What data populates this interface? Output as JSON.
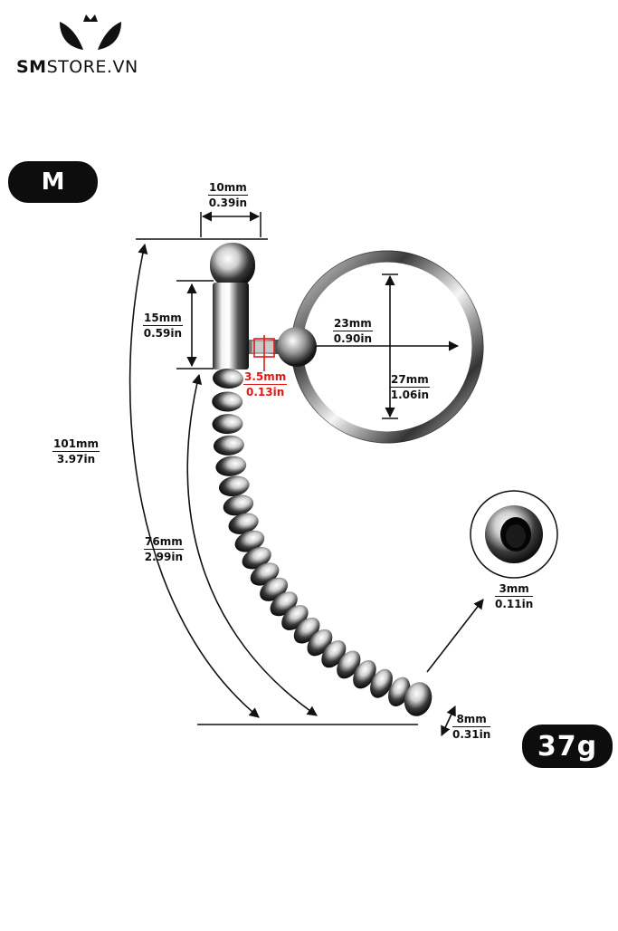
{
  "brand": {
    "name_bold": "SM",
    "name_rest": "STORE.VN",
    "logo_icon": "cat-ears-crown-icon"
  },
  "size_label": "M",
  "weight_label": "37g",
  "dimensions": {
    "head_width": {
      "mm": "10mm",
      "in": "0.39in"
    },
    "head_length": {
      "mm": "15mm",
      "in": "0.59in"
    },
    "connector": {
      "mm": "3.5mm",
      "in": "0.13in"
    },
    "ring_inner": {
      "mm": "23mm",
      "in": "0.90in"
    },
    "ring_outer": {
      "mm": "27mm",
      "in": "1.06in"
    },
    "total_length": {
      "mm": "101mm",
      "in": "3.97in"
    },
    "insert_length": {
      "mm": "76mm",
      "in": "2.99in"
    },
    "hole": {
      "mm": "3mm",
      "in": "0.11in"
    },
    "tip_width": {
      "mm": "8mm",
      "in": "0.31in"
    }
  },
  "colors": {
    "steel_light": "#f4f4f4",
    "steel_dark": "#1a1a1a",
    "accent_red": "#e01818",
    "pill_bg": "#0d0d0d"
  }
}
